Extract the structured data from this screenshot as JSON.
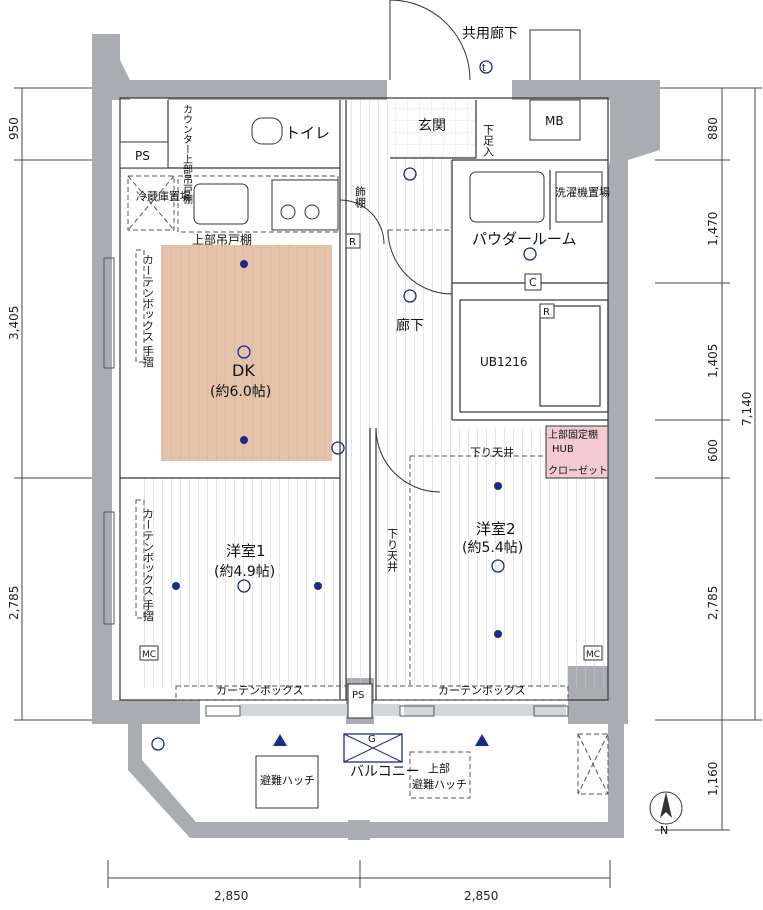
{
  "labels": {
    "common_corridor": "共用廊下",
    "entrance": "玄関",
    "shoe_storage": "下足入",
    "mb": "MB",
    "counter": "カウンター上部吊戸棚",
    "toilet": "トイレ",
    "ps_top": "PS",
    "fridge": "冷蔵庫置場",
    "shelf": "飾棚",
    "powder": "パウダールーム",
    "washer": "洗濯機置場",
    "upper_cabinet": "上部吊戸棚",
    "curtain_box_left_top": "カーテンボックス 手摺",
    "dk_name": "DK",
    "dk_size": "(約6.0帖)",
    "hallway": "廊下",
    "ub": "UB1216",
    "fixed_shelf": "上部固定棚",
    "hub": "HUB",
    "closet": "クローゼット",
    "lowered_ceiling_top": "下り天井",
    "lowered_ceiling_vert": "下り天井",
    "room1_name": "洋室1",
    "room1_size": "(約4.9帖)",
    "room2_name": "洋室2",
    "room2_size": "(約5.4帖)",
    "curtain_box_left_bottom": "カーテンボックス 手摺",
    "curtain_box_1": "カーテンボックス",
    "curtain_box_2": "カーテンボックス",
    "ps_bottom": "PS",
    "balcony": "バルコニー",
    "escape_hatch": "避難ハッチ",
    "upper_escape_hatch_1": "上部",
    "upper_escape_hatch_2": "避難ハッチ",
    "mc": "MC",
    "r": "R",
    "c": "C",
    "g": "G",
    "t": "t",
    "north": "N"
  },
  "dimensions": {
    "left": [
      "950",
      "3,405",
      "2,785"
    ],
    "right": [
      "880",
      "1,470",
      "1,405",
      "600",
      "2,785",
      "1,160"
    ],
    "right_total": "7,140",
    "bottom": [
      "2,850",
      "2,850"
    ]
  },
  "colors": {
    "dk_floor": "#e5c3ab",
    "wall": "#a9adb2",
    "symbol": "#1b2b8a",
    "closet_highlight": "#f3c9d2"
  }
}
